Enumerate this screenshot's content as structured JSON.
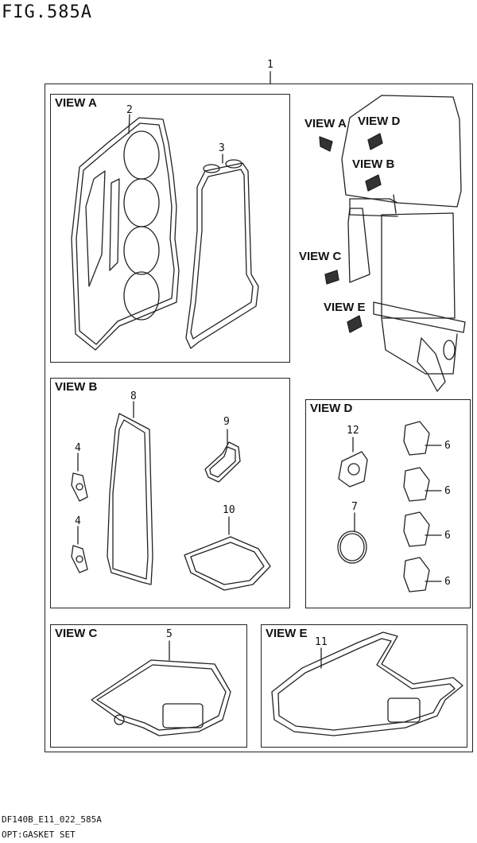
{
  "figure": {
    "title": "FIG.585A",
    "main_callout": "1"
  },
  "views": {
    "a": {
      "title": "VIEW A",
      "callouts": [
        "2",
        "3"
      ]
    },
    "b": {
      "title": "VIEW B",
      "callouts": [
        "8",
        "9",
        "4",
        "4",
        "10"
      ]
    },
    "c": {
      "title": "VIEW C",
      "callouts": [
        "5"
      ]
    },
    "d": {
      "title": "VIEW D",
      "callouts": [
        "12",
        "7",
        "6",
        "6",
        "6",
        "6"
      ]
    },
    "e": {
      "title": "VIEW E",
      "callouts": [
        "11"
      ]
    }
  },
  "engine_labels": {
    "view_a": "VIEW A",
    "view_d": "VIEW D",
    "view_b": "VIEW B",
    "view_c": "VIEW C",
    "view_e": "VIEW E"
  },
  "footer": {
    "model_code": "DF140B_E11_022_585A",
    "caption": "OPT:GASKET SET"
  }
}
